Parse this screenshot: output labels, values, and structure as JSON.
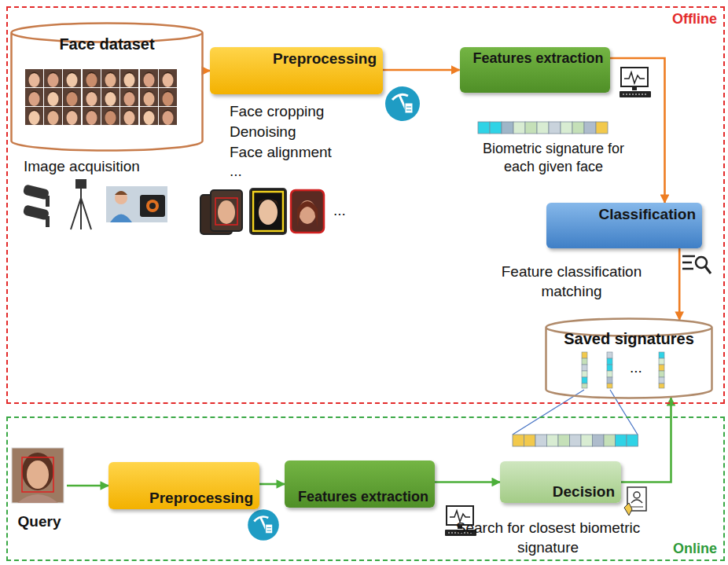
{
  "diagram": {
    "nodes": [
      {
        "text": [
          "Offline"
        ]
      },
      {
        "text": [
          "Face dataset"
        ],
        "in": 0
      },
      {
        "text": [
          "Preprocessing"
        ],
        "in": 0
      },
      {
        "text": [
          "Features extraction"
        ],
        "in": 0
      },
      {
        "text": [
          "Classification"
        ],
        "in": 0
      },
      {
        "text": [
          "Saved signatures"
        ],
        "in": 0
      },
      {
        "text": [
          "Online"
        ]
      },
      {
        "text": [
          "Query"
        ],
        "in": 6
      },
      {
        "text": [
          "Preprocessing"
        ],
        "in": 6
      },
      {
        "text": [
          "Features extraction"
        ],
        "in": 6
      },
      {
        "text": [
          "Decision"
        ],
        "in": 6
      }
    ],
    "edges": [
      {
        "from": 1,
        "to": 2,
        "arrow": "to"
      },
      {
        "from": 2,
        "to": 3,
        "arrow": "to"
      },
      {
        "from": 3,
        "to": 4,
        "arrow": "to"
      },
      {
        "from": 4,
        "to": 5,
        "arrow": "to"
      },
      {
        "from": 7,
        "to": 8,
        "arrow": "to"
      },
      {
        "from": 8,
        "to": 9,
        "arrow": "to"
      },
      {
        "from": 9,
        "to": 10,
        "arrow": "to"
      },
      {
        "from": 10,
        "to": 5,
        "arrow": "to"
      }
    ],
    "labels": [
      "Image acquisition",
      "Face cropping",
      "Denoising",
      "Face alignment",
      "...",
      "...",
      "Biometric signature for each given face",
      "Feature classification matching",
      "...",
      "Search for closest biometric signature"
    ]
  }
}
